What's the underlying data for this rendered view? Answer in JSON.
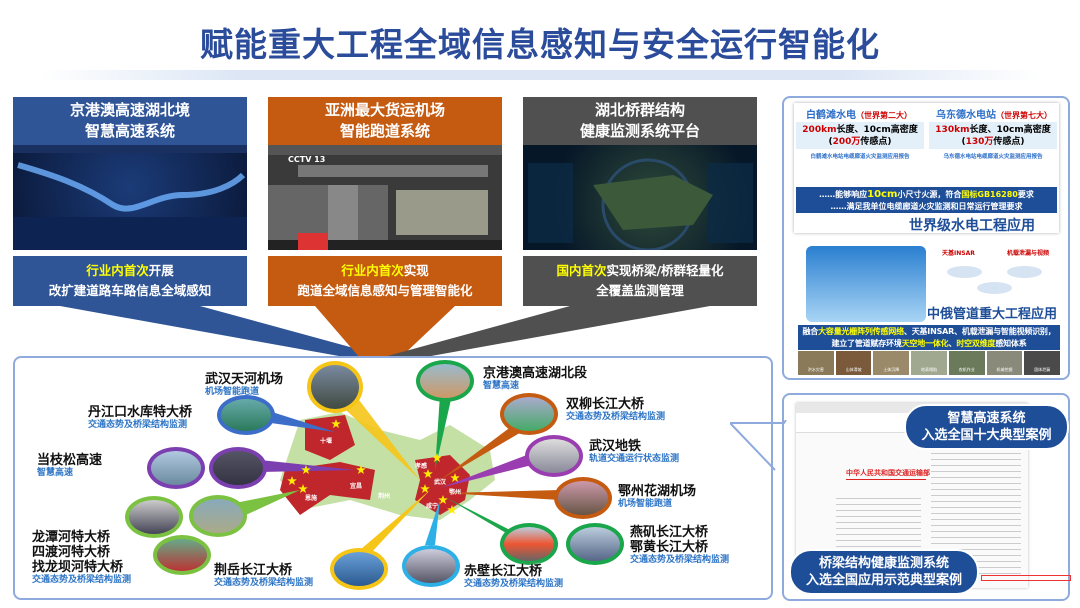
{
  "title": "赋能重大工程全域信息感知与安全运行智能化",
  "panels": [
    {
      "title1": "京港澳高速湖北境",
      "title2": "智慧高速系统",
      "cap_hl": "行业内首次",
      "cap_rest": "开展",
      "cap2": "改扩建道路车路信息全域感知",
      "color": "#2f5597"
    },
    {
      "title1": "亚洲最大货运机场",
      "title2": "智能跑道系统",
      "cap_hl": "行业内首次",
      "cap_rest": "实现",
      "cap2": "跑道全域信息感知与管理智能化",
      "color": "#c55a11",
      "overlay": "CCTV 13"
    },
    {
      "title1": "湖北桥群结构",
      "title2": "健康监测系统平台",
      "cap_hl": "国内首次",
      "cap_rest": "实现桥梁/桥群轻量化",
      "cap2": "全覆盖监测管理",
      "color": "#505050"
    }
  ],
  "map_items": [
    {
      "name": "武汉天河机场",
      "desc": "机场智能跑道"
    },
    {
      "name": "丹江口水库特大桥",
      "desc": "交通态势及桥梁结构监测"
    },
    {
      "name": "当枝松高速",
      "desc": "智慧高速"
    },
    {
      "name": "龙潭河特大桥",
      "name2": "四渡河特大桥",
      "name3": "找龙坝河特大桥",
      "desc": "交通态势及桥梁结构监测"
    },
    {
      "name": "荆岳长江大桥",
      "desc": "交通态势及桥梁结构监测"
    },
    {
      "name": "京港澳高速湖北段",
      "desc": "智慧高速"
    },
    {
      "name": "双柳长江大桥",
      "desc": "交通态势及桥梁结构监测"
    },
    {
      "name": "武汉地铁",
      "desc": "轨道交通运行状态监测"
    },
    {
      "name": "鄂州花湖机场",
      "desc": "机场智能跑道"
    },
    {
      "name": "燕矶长江大桥",
      "name2": "鄂黄长江大桥",
      "desc": "交通态势及桥梁结构监测"
    },
    {
      "name": "赤壁长江大桥",
      "desc": "交通态势及桥梁结构监测"
    }
  ],
  "map_cities": [
    "十堰",
    "宜昌",
    "恩施",
    "荆州",
    "孝感",
    "武汉",
    "鄂州",
    "咸宁"
  ],
  "hydro": {
    "left_title": "白鹤滩水电",
    "left_rank": "（世界第二大）",
    "right_title": "乌东德水电站",
    "right_rank": "（世界第七大）",
    "left_len": "200km",
    "left_len_rest": "长度、10cm高密度",
    "left_pts": "200万",
    "left_pts_rest": "传感点",
    "right_len": "130km",
    "right_len_rest": "长度、10cm高密度",
    "right_pts": "130万",
    "right_pts_rest": "传感点",
    "left_report": "白鹤滩水电站电缆廊道火灾监测应用报告",
    "right_report": "乌东德水电站电缆廊道火灾监测应用报告",
    "req1_a": "……能够响应",
    "req1_b": "10cm",
    "req1_c": "小尺寸火源，符合",
    "req1_d": "国标GB16280",
    "req1_e": "要求",
    "req2": "……满足我单位电缆廊道火灾监测和日常运行管理要求",
    "caption": "世界级水电工程应用"
  },
  "pipeline": {
    "caption": "中俄管道重大工程应用",
    "l1_a": "融合",
    "l1_b": "大容量光栅阵列传感网络",
    "l1_c": "、天基INSAR、机载泄漏与智能视频识别，",
    "l2_a": "建立了管道赋存环境",
    "l2_b": "天空地一体化",
    "l2_c": "、",
    "l2_d": "时空双维度",
    "l2_e": "感知体系",
    "diagram": [
      "天基INSAR",
      "机载泄漏与视频"
    ],
    "photos": [
      "洪水灾害",
      "山体滑坡",
      "土体沉降",
      "地表塌陷",
      "农机作业",
      "机械挖掘",
      "固体泄漏"
    ]
  },
  "awards": {
    "pill1_l1": "智慧高速系统",
    "pill1_l2": "入选全国十大典型案例",
    "pill2_l1": "桥梁结构健康监测系统",
    "pill2_l2": "入选全国应用示范典型案例",
    "doc_header": "中华人民共和国交通运输部"
  }
}
